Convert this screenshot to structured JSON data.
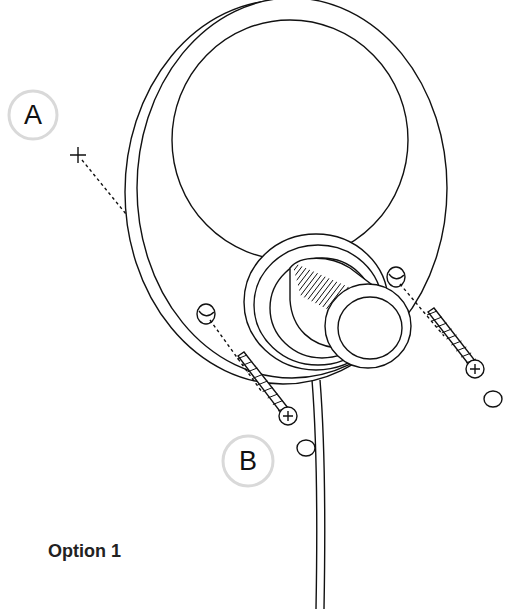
{
  "diagram": {
    "caption": "Option 1",
    "nodes": [
      {
        "text": [
          "A"
        ]
      },
      {
        "text": [
          "B"
        ]
      }
    ]
  }
}
